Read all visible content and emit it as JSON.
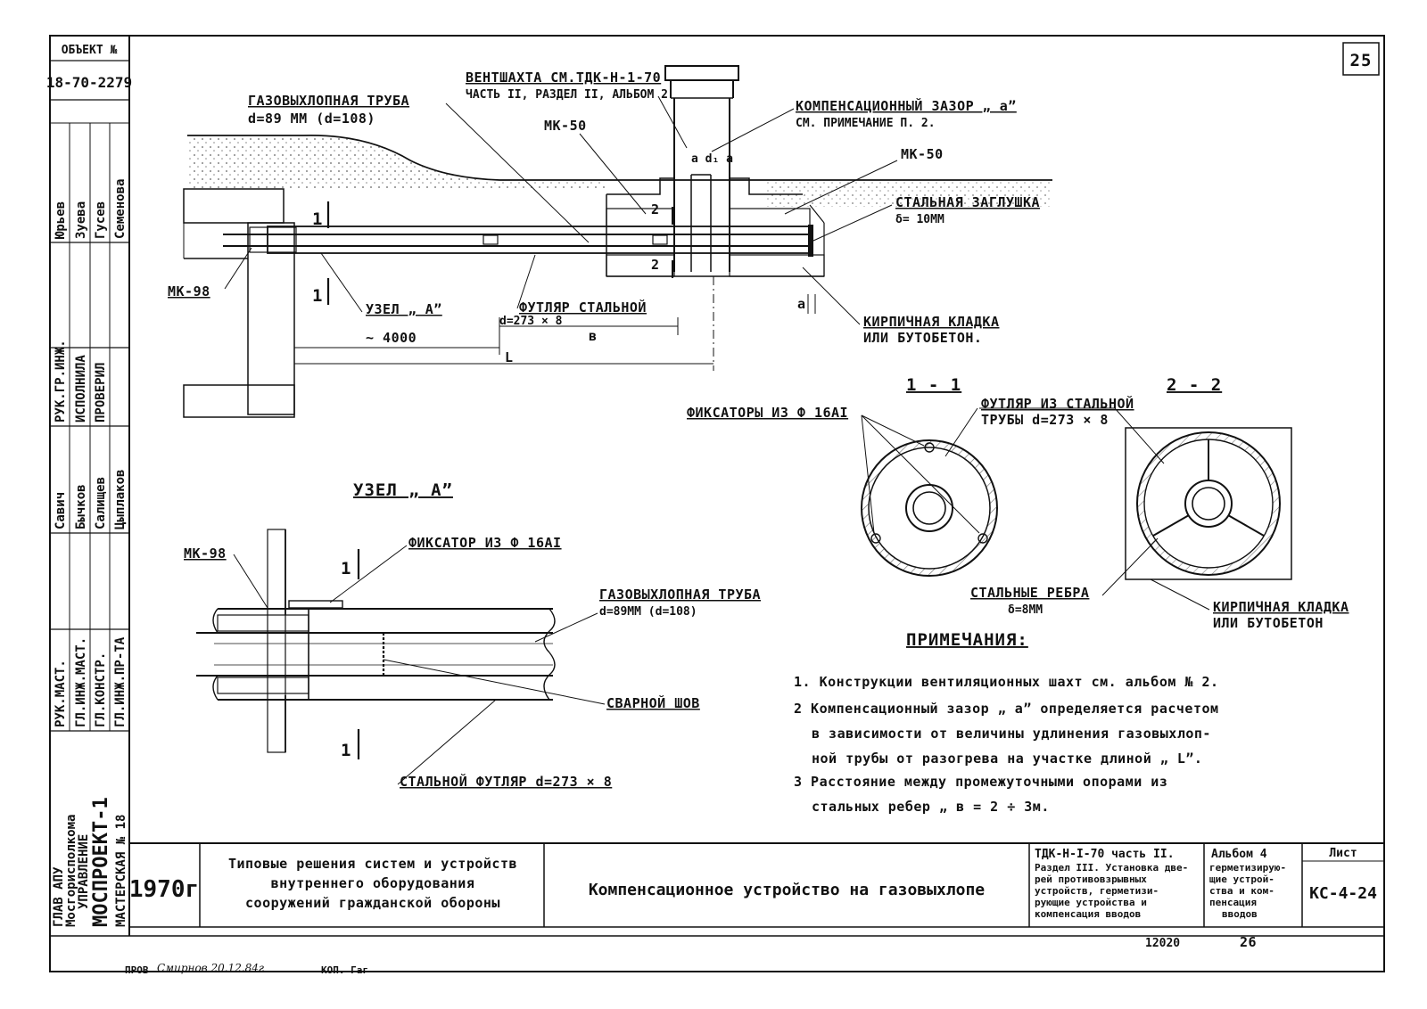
{
  "sheet_number": "25",
  "side_column": {
    "object_label": "ОБЪЕКТ №",
    "object_number": "18-70-2279",
    "names_top": [
      "Юрьев",
      "Зуева",
      "Гусев",
      "Семенова"
    ],
    "roles_mid": [
      "РУК.ГР.ИНЖ.",
      "ИСПОЛНИЛА",
      "ПРОВЕРИЛ"
    ],
    "names_mid": [
      "Савич",
      "Бычков",
      "Салищев",
      "Цыплаков"
    ],
    "roles_low": [
      "РУК.МАСТ.",
      "ГЛ.ИНЖ.МАСТ.",
      "ГЛ.КОНСТР.",
      "ГЛ.ИНЖ.ПР-ТА"
    ],
    "org_line1": "ГЛАВ АПУ",
    "org_line2": "Мосгорисполкома",
    "org_line3": "УПРАВЛЕНИЕ",
    "org_line4": "МОСПРОЕКТ-1",
    "org_line5": "МАСТЕРСКАЯ № 18"
  },
  "labels": {
    "vent_shaft": "ВЕНТШАХТА СМ.ТДК-Н-1-70",
    "vent_shaft_ref": "ЧАСТЬ II, РАЗДЕЛ II, АЛЬБОМ 2",
    "comp_gap": "КОМПЕНСАЦИОННЫЙ ЗАЗОР „ а”",
    "comp_gap_note": "СМ. ПРИМЕЧАНИЕ П. 2.",
    "exhaust_pipe": "ГАЗОВЫХЛОПНАЯ ТРУБА",
    "exhaust_pipe_d": "d=89 ММ  (d=108)",
    "mk50_left": "МК-50",
    "mk50_right": "МК-50",
    "gap_dims": "а d₁ а",
    "steel_plug": "СТАЛЬНАЯ ЗАГЛУШКА",
    "steel_plug_d": "δ= 10ММ",
    "mk98_top": "МК-98",
    "node_a_ref": "УЗЕЛ „ А”",
    "steel_case": "ФУТЛЯР СТАЛЬНОЙ",
    "steel_case_d": "d=273 × 8",
    "dim_b": "в",
    "dim_a": "а",
    "brick_laying": "КИРПИЧНАЯ КЛАДКА",
    "or_rubble": "ИЛИ БУТОБЕТОН.",
    "dim_4000": "~ 4000",
    "dim_L": "L",
    "sec_mark_1": "1",
    "sec_mark_2": "2",
    "section_1": "1 - 1",
    "section_2": "2 - 2",
    "fixators": "ФИКСАТОРЫ ИЗ Ф 16АI",
    "case_from_pipe": "ФУТЛЯР ИЗ СТАЛЬНОЙ",
    "case_from_pipe_d": "ТРУБЫ d=273 × 8",
    "steel_ribs": "СТАЛЬНЫЕ РЕБРА",
    "steel_ribs_d": "δ=8ММ",
    "brick_laying2": "КИРПИЧНАЯ КЛАДКА",
    "or_rubble2": "ИЛИ БУТОБЕТОН",
    "node_a_title": "УЗЕЛ „ А”",
    "mk98_detail": "МК-98",
    "fixator_detail": "ФИКСАТОР ИЗ Ф 16АI",
    "exhaust_pipe_detail": "ГАЗОВЫХЛОПНАЯ ТРУБА",
    "exhaust_pipe_detail_d": "d=89ММ  (d=108)",
    "weld": "СВАРНОЙ ШОВ",
    "steel_case_detail": "СТАЛЬНОЙ ФУТЛЯР d=273 × 8",
    "detail_mark": "1"
  },
  "notes": {
    "title": "ПРИМЕЧАНИЯ:",
    "n1": "1. Конструкции вентиляционных шахт см. альбом № 2.",
    "n2a": "2 Компенсационный зазор „ а” определяется расчетом",
    "n2b": "в зависимости от величины удлинения газовыхлоп-",
    "n2c": "ной трубы от разогрева на участке длиной „ L”.",
    "n3a": "3 Расстояние между промежуточными опорами из",
    "n3b": "стальных ребер „ в = 2 ÷ 3м."
  },
  "title_block": {
    "year": "1970г",
    "series_line1": "Типовые решения систем и устройств",
    "series_line2": "внутреннего оборудования",
    "series_line3": "сооружений гражданской обороны",
    "drawing_title": "Компенсационное устройство на газовыхлопе",
    "ref_line1": "ТДК-Н-I-70 часть II.",
    "ref_line2": "Раздел III. Установка две-",
    "ref_line3": "рей противовзрывных",
    "ref_line4": "устройств, герметизи-",
    "ref_line5": "рующие устройства и",
    "ref_line6": "компенсация вводов",
    "album_line1": "Альбом 4",
    "album_line2": "герметизирую-",
    "album_line3": "щие устрой-",
    "album_line4": "ства и ком-",
    "album_line5": "пенсация",
    "album_line6": "вводов",
    "sheet_label": "Лист",
    "sheet_code": "КС-4-24",
    "bottom_num1": "12020",
    "bottom_num2": "26"
  },
  "footer": {
    "checked": "ПРОВ",
    "signature": "Смирнов 20.12.84г",
    "copy": "КОП. Гаг"
  }
}
